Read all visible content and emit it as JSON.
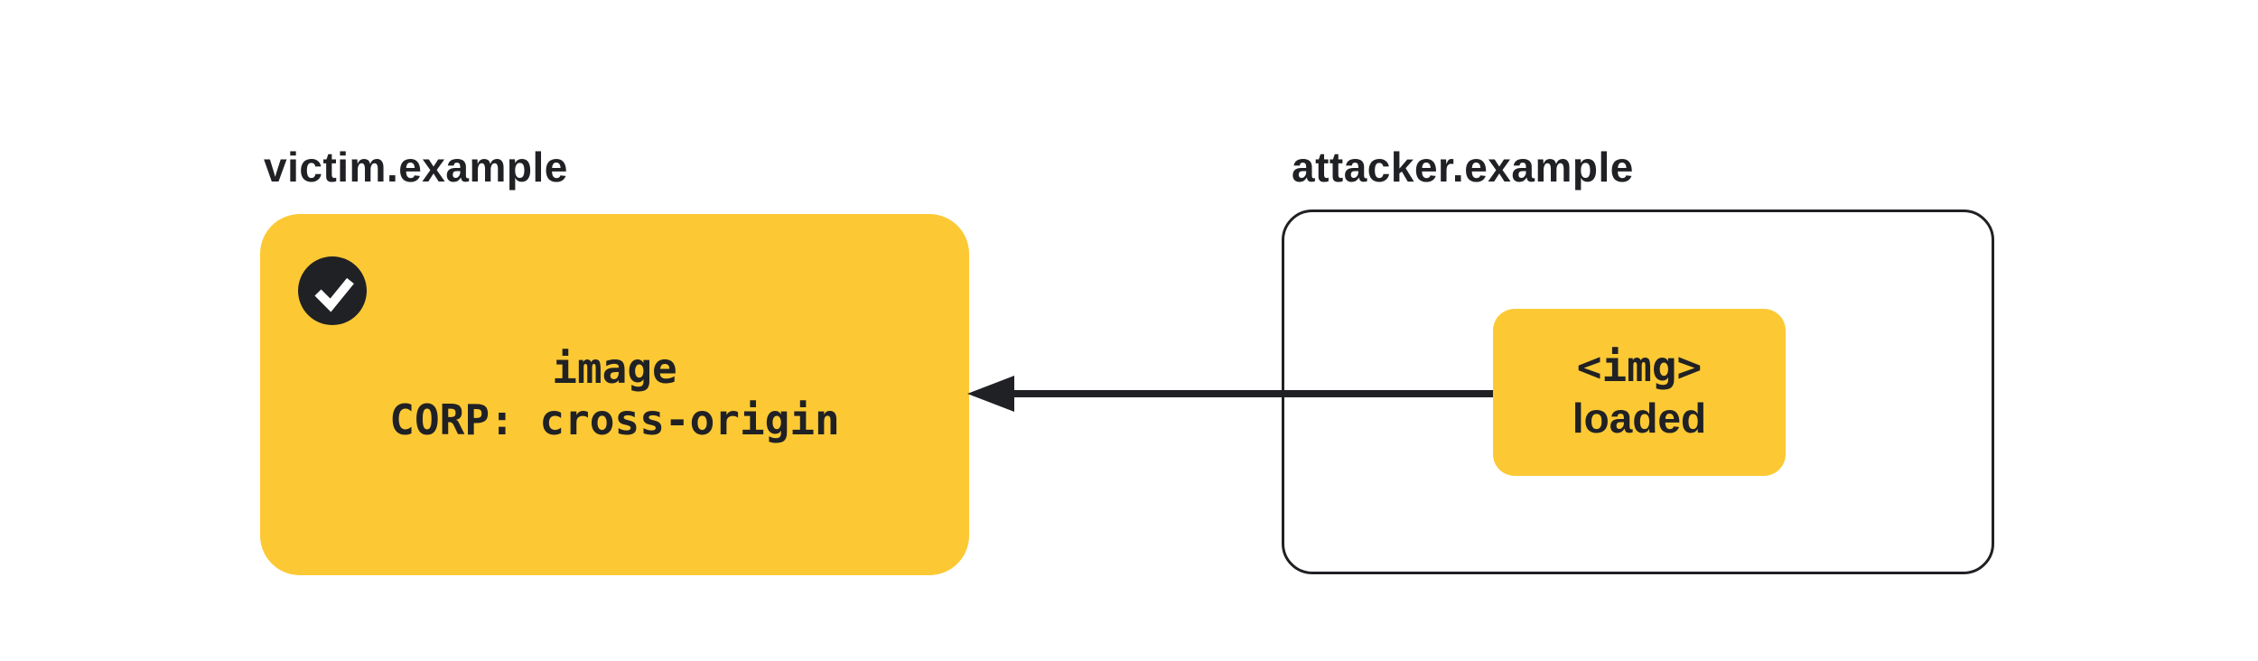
{
  "colors": {
    "yellow": "#FCC934",
    "ink": "#202124",
    "background": "#FFFFFF"
  },
  "victim": {
    "label": "victim.example",
    "badge_icon": "check-icon",
    "resource": "image",
    "corp_header": "CORP: cross-origin"
  },
  "attacker": {
    "label": "attacker.example",
    "node": {
      "tag": "<img>",
      "status": "loaded"
    }
  },
  "arrow": {
    "direction": "right-to-left",
    "from": "attacker-img-node",
    "to": "victim-resource-box"
  }
}
